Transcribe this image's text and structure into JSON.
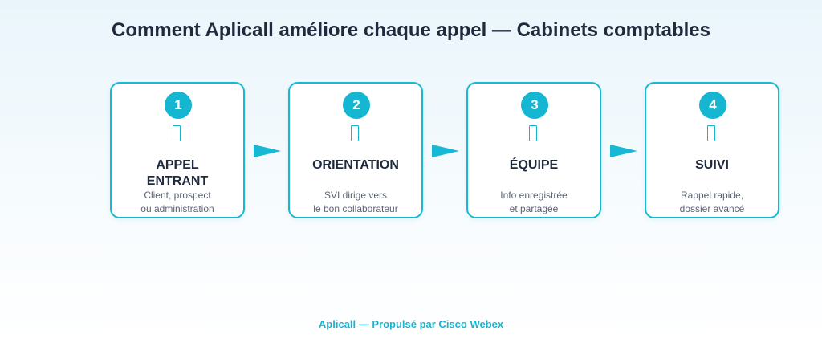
{
  "title": "Comment Aplicall améliore chaque appel — Cabinets comptables",
  "accent_color": "#16b8d3",
  "steps": [
    {
      "number": "1",
      "icon": "phone-incoming-icon",
      "heading_line1": "APPEL",
      "heading_line2": "ENTRANT",
      "desc_line1": "Client, prospect",
      "desc_line2": "ou administration"
    },
    {
      "number": "2",
      "icon": "routing-icon",
      "heading_line1": "ORIENTATION",
      "heading_line2": "",
      "desc_line1": "SVI dirige vers",
      "desc_line2": "le bon collaborateur"
    },
    {
      "number": "3",
      "icon": "team-icon",
      "heading_line1": "ÉQUIPE",
      "heading_line2": "",
      "desc_line1": "Info enregistrée",
      "desc_line2": "et partagée"
    },
    {
      "number": "4",
      "icon": "follow-up-icon",
      "heading_line1": "SUIVI",
      "heading_line2": "",
      "desc_line1": "Rappel rapide,",
      "desc_line2": "dossier avancé"
    }
  ],
  "footer": "Aplicall — Propulsé par Cisco Webex"
}
